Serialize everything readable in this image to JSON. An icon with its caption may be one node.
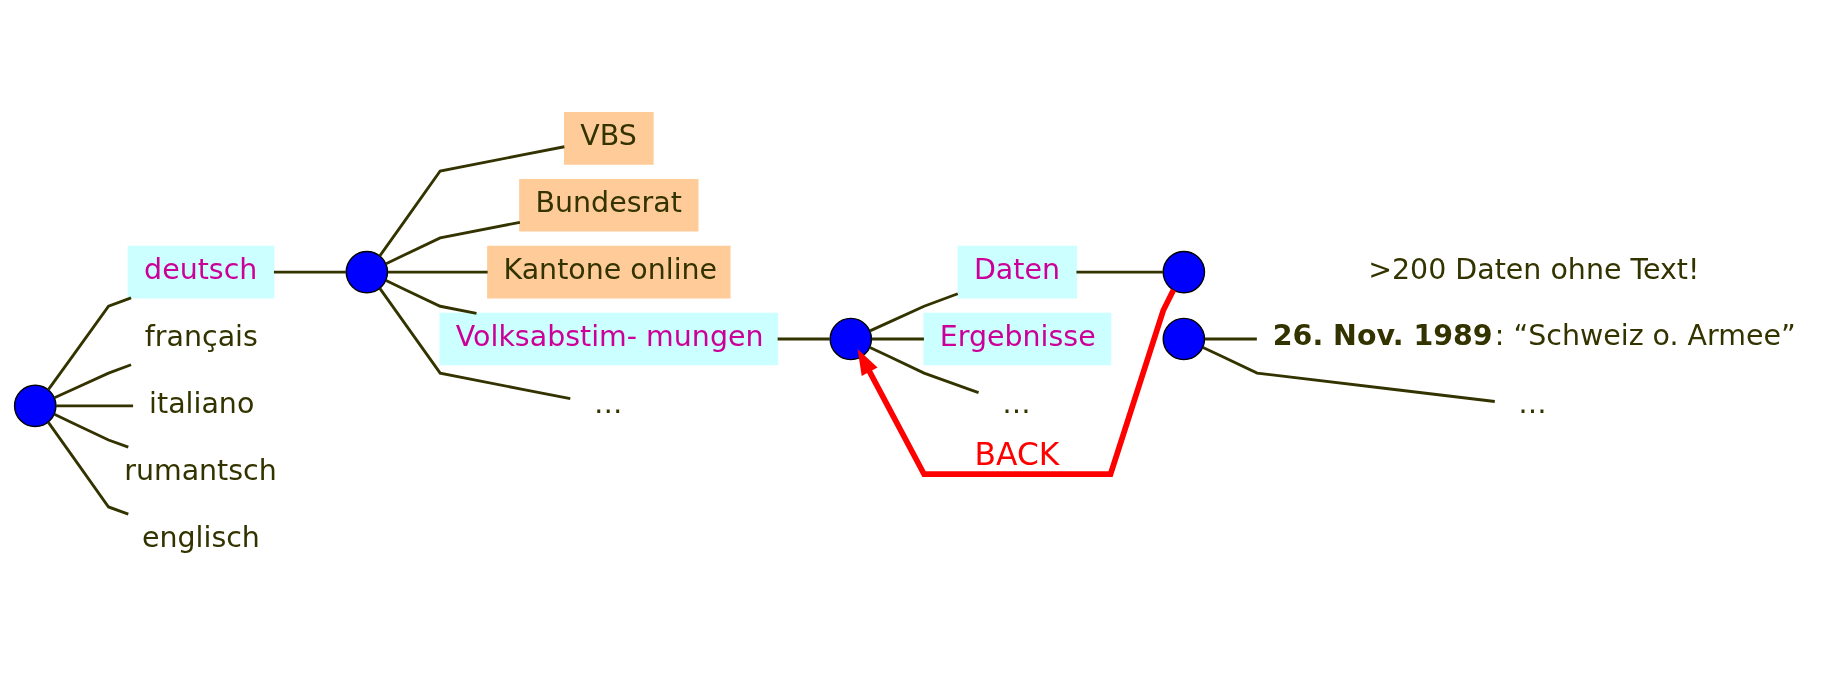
{
  "diagram": {
    "nodes": [
      {
        "text": [],
        "shape": "circle"
      },
      {
        "text": [
          "deutsch"
        ]
      },
      {
        "text": [],
        "shape": "circle"
      },
      {
        "text": [
          "français"
        ]
      },
      {
        "text": [
          "italiano"
        ]
      },
      {
        "text": [
          "rumantsch"
        ]
      },
      {
        "text": [
          "englisch"
        ]
      },
      {
        "text": [
          "VBS"
        ]
      },
      {
        "text": [
          "Bundesrat"
        ]
      },
      {
        "text": [
          "Kantone online"
        ]
      },
      {
        "text": [
          "Volksabstim- mungen"
        ]
      },
      {
        "text": [],
        "shape": "circle"
      },
      {
        "text": [
          "…"
        ]
      },
      {
        "text": [
          "Daten"
        ]
      },
      {
        "text": [],
        "shape": "circle"
      },
      {
        "text": [
          "Ergebnisse"
        ]
      },
      {
        "text": [],
        "shape": "circle"
      },
      {
        "text": [
          "…"
        ]
      },
      {
        "text": [
          "**26. Nov. 1989**: “Schweiz o. Armee”"
        ]
      },
      {
        "text": [
          "…"
        ]
      }
    ],
    "edges": [
      {
        "from": 0,
        "to": 1,
        "arrow": "none"
      },
      {
        "from": 0,
        "to": 3,
        "arrow": "none"
      },
      {
        "from": 0,
        "to": 4,
        "arrow": "none"
      },
      {
        "from": 0,
        "to": 5,
        "arrow": "none"
      },
      {
        "from": 0,
        "to": 6,
        "arrow": "none"
      },
      {
        "from": 1,
        "to": 2,
        "arrow": "none"
      },
      {
        "from": 2,
        "to": 7,
        "arrow": "none"
      },
      {
        "from": 2,
        "to": 8,
        "arrow": "none"
      },
      {
        "from": 2,
        "to": 9,
        "arrow": "none"
      },
      {
        "from": 2,
        "to": 10,
        "arrow": "none"
      },
      {
        "from": 2,
        "to": 12,
        "arrow": "none"
      },
      {
        "from": 10,
        "to": 11,
        "arrow": "none"
      },
      {
        "from": 11,
        "to": 13,
        "arrow": "none"
      },
      {
        "from": 11,
        "to": 15,
        "arrow": "none"
      },
      {
        "from": 11,
        "to": 17,
        "arrow": "none"
      },
      {
        "from": 13,
        "to": 14,
        "arrow": "none"
      },
      {
        "from": 16,
        "to": 18,
        "arrow": "none"
      },
      {
        "from": 16,
        "to": 19,
        "arrow": "none"
      },
      {
        "from": 14,
        "to": 11,
        "arrow": "to",
        "label": "BACK",
        "style": "thick",
        "color": "#ff0000"
      }
    ],
    "labels": [
      ">200 Daten ohne Text!"
    ]
  }
}
